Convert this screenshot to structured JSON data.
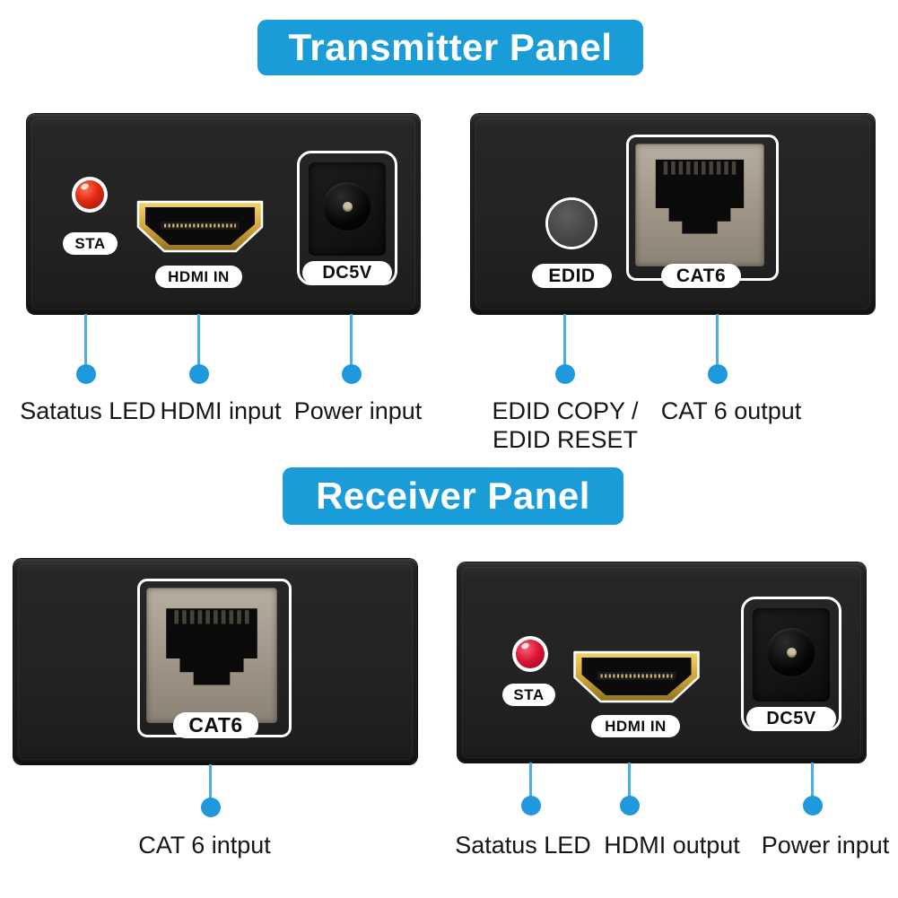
{
  "colors": {
    "banner_blue": "#1a9cd9",
    "callout_line_blue": "#4aade3",
    "callout_dot_blue": "#1f98de",
    "led_red": "#e02a12",
    "panel_black": "#232323",
    "hdmi_gold": "#d2a63a",
    "rj45_metal": "#a39a8b"
  },
  "transmitter": {
    "title": "Transmitter Panel",
    "left_device": {
      "led_pill": "STA",
      "hdmi_pill": "HDMI IN",
      "power_pill": "DC5V"
    },
    "right_device": {
      "button_pill": "EDID",
      "rj45_pill": "CAT6"
    },
    "callouts": {
      "status": "Satatus LED",
      "hdmi": "HDMI input",
      "power": "Power input",
      "edid_line1": "EDID COPY /",
      "edid_line2": "EDID RESET",
      "cat6": "CAT 6 output"
    }
  },
  "receiver": {
    "title": "Receiver Panel",
    "left_device": {
      "rj45_pill": "CAT6"
    },
    "right_device": {
      "led_pill": "STA",
      "hdmi_pill": "HDMI IN",
      "power_pill": "DC5V"
    },
    "callouts": {
      "cat6": "CAT 6 intput",
      "status": "Satatus LED",
      "hdmi": "HDMI output",
      "power": "Power input"
    }
  }
}
